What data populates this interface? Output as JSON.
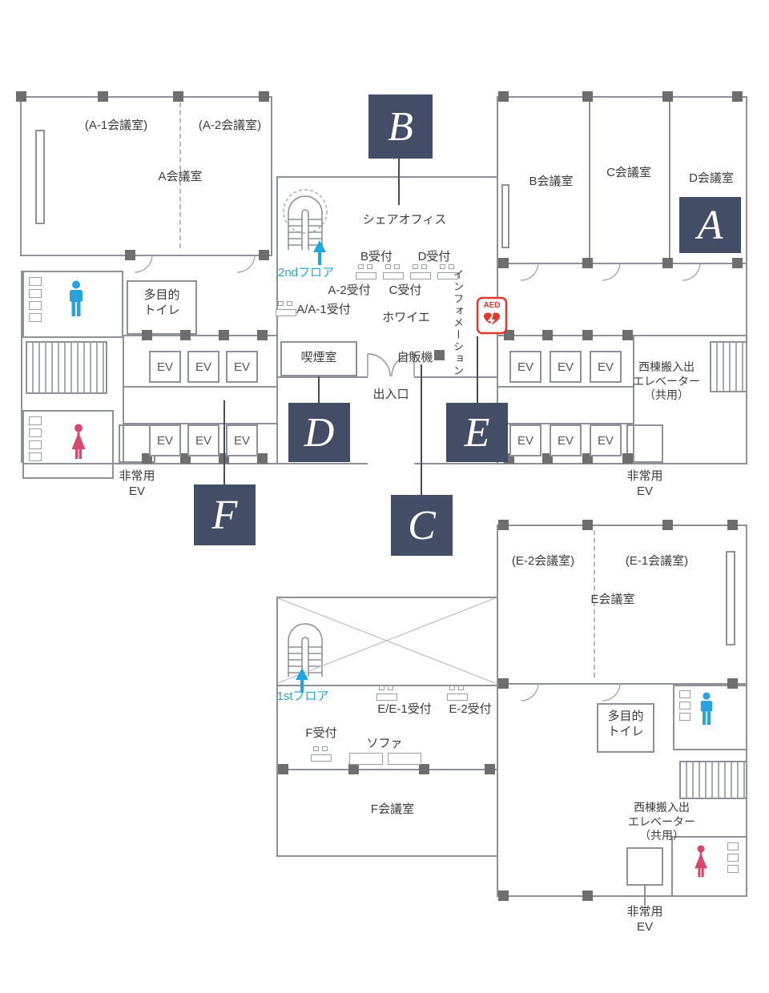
{
  "badges": {
    "a": "A",
    "b": "B",
    "c": "C",
    "d": "D",
    "e": "E",
    "f": "F"
  },
  "floor2": {
    "share_office": "シェアオフィス",
    "floor_label": "2ndフロア",
    "reception_b": "B受付",
    "reception_d": "D受付",
    "reception_a2": "A-2受付",
    "reception_c": "C受付",
    "reception_aa1": "A/A-1受付",
    "foyer": "ホワイエ",
    "information": "インフォメーション",
    "aed": "AED",
    "multi_toilet": "多目的\nトイレ",
    "smoking_room": "喫煙室",
    "vending": "自販機",
    "entrance": "出入口",
    "west_elevator": "西棟搬入出\nエレベーター\n（共用）",
    "emergency_ev": "非常用\nEV",
    "room_a": "A会議室",
    "room_a1": "(A-1会議室)",
    "room_a2": "(A-2会議室)",
    "room_b": "B会議室",
    "room_c": "C会議室",
    "room_d": "D会議室",
    "ev": "EV"
  },
  "floor1": {
    "floor_label": "1stフロア",
    "room_e": "E会議室",
    "room_e1": "(E-1会議室)",
    "room_e2": "(E-2会議室)",
    "room_f": "F会議室",
    "reception_ee1": "E/E-1受付",
    "reception_e2": "E-2受付",
    "reception_f": "F受付",
    "sofa": "ソファ",
    "multi_toilet": "多目的\nトイレ",
    "west_elevator": "西棟搬入出\nエレベーター\n（共用）",
    "emergency_ev": "非常用\nEV"
  },
  "colors": {
    "navy": "#434e66",
    "blue": "#1fa6e0",
    "red": "#e0392f",
    "woman_red": "#d5486b",
    "man_blue": "#2aa3dc",
    "wall_gray": "#8e9298"
  }
}
